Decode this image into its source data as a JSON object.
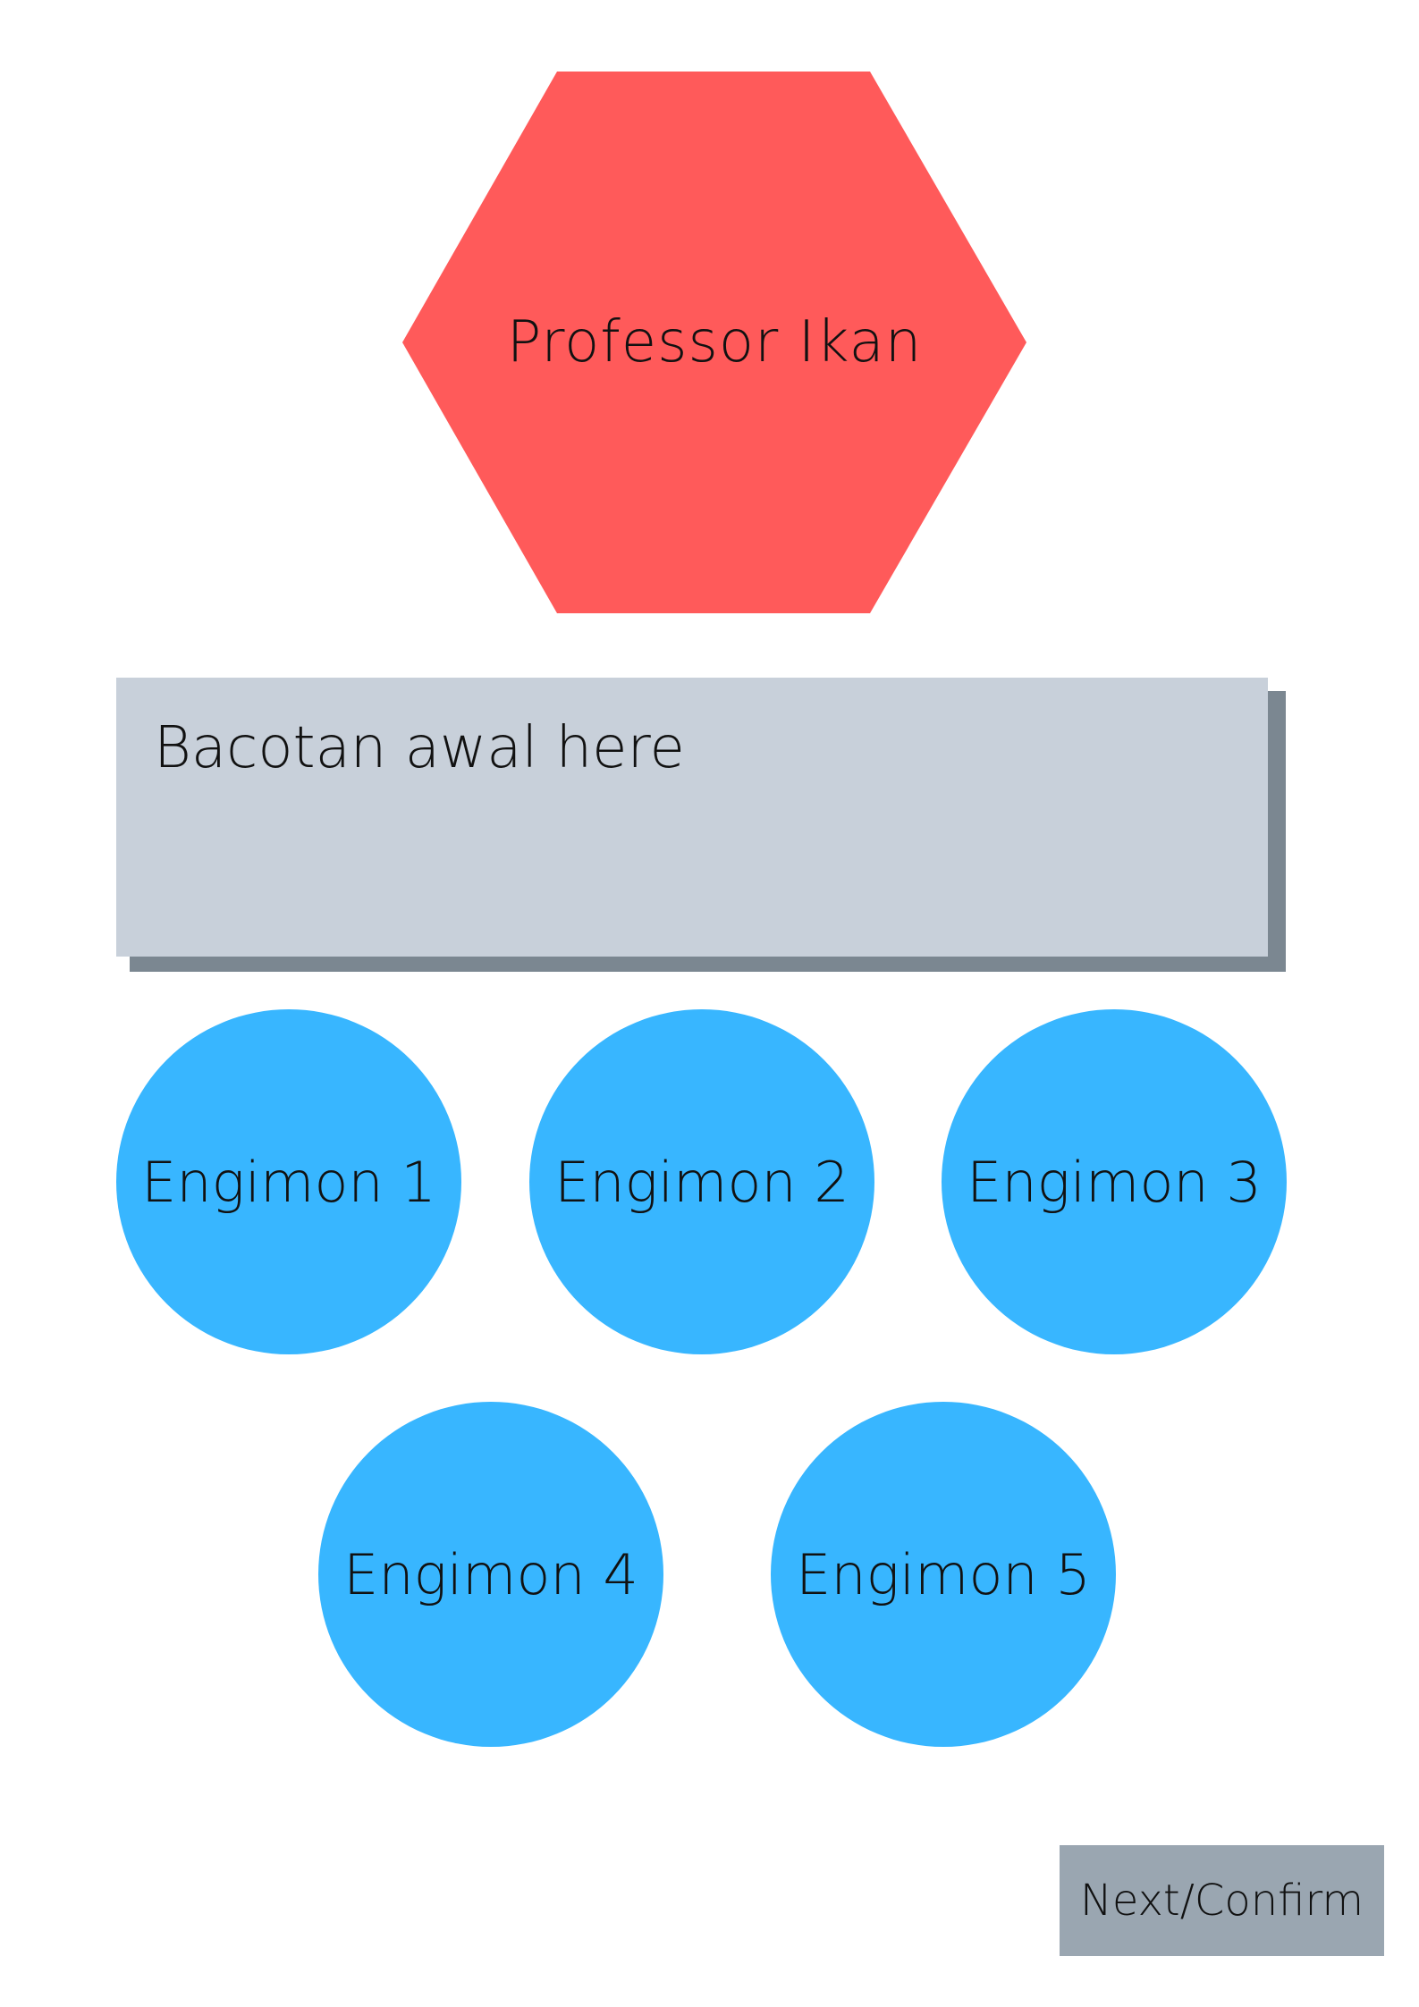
{
  "professor": {
    "name": "Professor Ikan",
    "color": "#ff5a5a"
  },
  "dialog": {
    "text": "Bacotan awal here",
    "background": "#c8d0da",
    "shadow": "#7b8791"
  },
  "engimon_choices": [
    {
      "label": "Engimon 1"
    },
    {
      "label": "Engimon 2"
    },
    {
      "label": "Engimon 3"
    },
    {
      "label": "Engimon 4"
    },
    {
      "label": "Engimon 5"
    }
  ],
  "engimon_color": "#38b6ff",
  "next_button": {
    "label": "Next/Confirm",
    "color": "#9aa6b1"
  }
}
